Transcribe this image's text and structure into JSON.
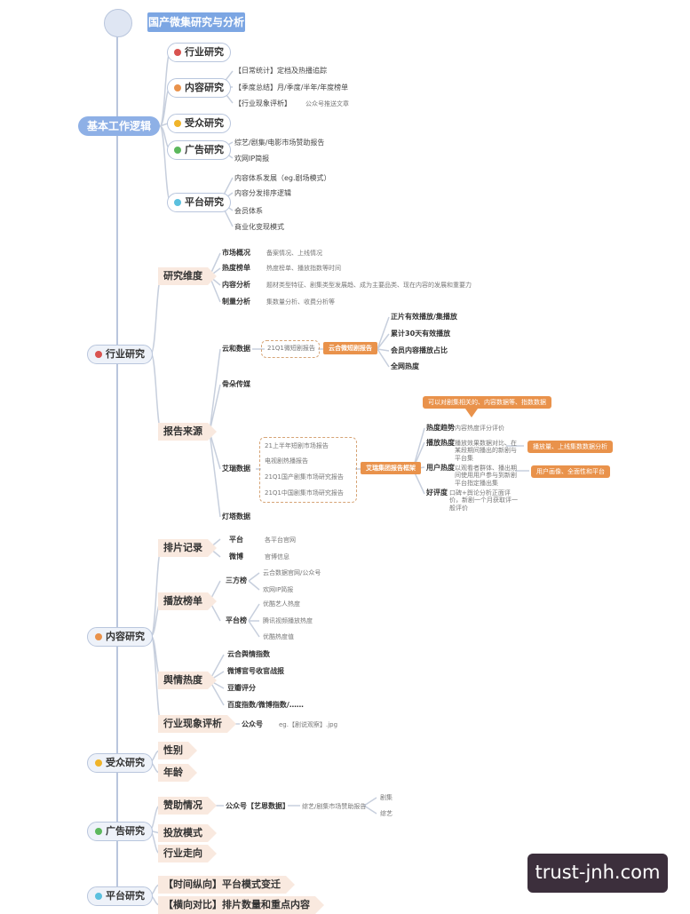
{
  "root": {
    "title": "国产微集研究与分析"
  },
  "sec1": {
    "label": "基本工作逻辑",
    "items": [
      {
        "label": "行业研究"
      },
      {
        "label": "内容研究",
        "leaves": [
          "【日常统计】定档及热播追踪",
          "【季度总结】月/季度/半年/年度榜单",
          "【行业现象评析】",
          "公众号推送文章"
        ]
      },
      {
        "label": "受众研究"
      },
      {
        "label": "广告研究",
        "leaves": [
          "综艺/剧集/电影市场赞助报告",
          "欢网IP简报"
        ]
      },
      {
        "label": "平台研究",
        "leaves": [
          "内容体系发展（eg.剧场模式）",
          "内容分发排序逻辑",
          "会员体系",
          "商业化变现模式"
        ]
      }
    ]
  },
  "industry": {
    "label": "行业研究",
    "dim": {
      "label": "研究维度",
      "rows": [
        {
          "k": "市场概况",
          "v": "备案情况、上线情况"
        },
        {
          "k": "热度榜单",
          "v": "热度榜单、播放指数等时间"
        },
        {
          "k": "内容分析",
          "v": "题材类型特征、剧集类型发展趋、成为主要品类、现在内容的发展和重要力"
        },
        {
          "k": "制量分析",
          "v": "集数量分析、收费分析等"
        }
      ]
    },
    "src": {
      "label": "报告来源",
      "yunhe": {
        "label": "云和数据",
        "report": "21Q1微短剧报告",
        "box": "云合微短剧报告",
        "items": [
          "正片有效播放/集播放",
          "累计30天有效播放",
          "会员内容播放占比",
          "全网热度"
        ]
      },
      "yiyang": {
        "label": "骨朵传媒"
      },
      "aiqi": {
        "label": "艾瑞数据",
        "reports": [
          "21上半年短剧市场报告",
          "电视剧热播报告",
          "21Q1国产剧集市场研究报告",
          "21Q1中国剧集市场研究报告"
        ],
        "box": "艾瑞集团报告框架",
        "note": "可以对剧集相关的、内容数据等、指数数据",
        "items": [
          {
            "k": "热度趋势",
            "v": "内容热度评分评价"
          },
          {
            "k": "播放热度",
            "v": "播放效果数据对比、在某段期间播出的新剧与平台集",
            "tag": "播放量、上线集数数据分析"
          },
          {
            "k": "用户热度",
            "v": "以观看者群体、播出期间使用用户参与到新剧平台指定播出集",
            "tag": "用户画像、全面性和平台"
          },
          {
            "k": "好评度",
            "v": "口碑+舆论分析正面评价，新剧一个月获取评一般评价"
          }
        ]
      },
      "other": {
        "label": "灯塔数据"
      }
    }
  },
  "content": {
    "label": "内容研究",
    "groups": [
      {
        "label": "排片记录",
        "rows": [
          {
            "k": "平台",
            "v": "各平台官网"
          },
          {
            "k": "微博",
            "v": "官博信息"
          }
        ]
      },
      {
        "label": "播放榜单",
        "rows": [
          {
            "k": "三方榜",
            "items": [
              "云合数据官网/公众号",
              "欢网IP简报"
            ]
          },
          {
            "k": "平台榜",
            "items": [
              "优酷艺人热度",
              "腾讯视频播放热度",
              "优酷热度值"
            ]
          }
        ]
      },
      {
        "label": "舆情热度",
        "items": [
          "云合舆情指数",
          "微博官号收官战报",
          "豆瓣评分",
          "百度指数/微博指数/……"
        ]
      },
      {
        "label": "行业现象评析",
        "k": "公众号",
        "v": "eg.【剧说观察】.jpg"
      }
    ]
  },
  "audience": {
    "label": "受众研究",
    "items": [
      "性别",
      "年龄"
    ]
  },
  "ads": {
    "label": "广告研究",
    "items": [
      {
        "label": "赞助情况",
        "k": "公众号【艺恩数据】",
        "v": "综艺/剧集市场赞助报告",
        "leaves": [
          "剧集",
          "综艺"
        ]
      },
      {
        "label": "投放模式"
      },
      {
        "label": "行业走向"
      }
    ]
  },
  "platform": {
    "label": "平台研究",
    "items": [
      "【时间纵向】平台模式变迁",
      "【横向对比】排片数量和重点内容"
    ]
  },
  "watermark": "trust-jnh.com",
  "colors": {
    "blue": "#8eb0e6",
    "orange": "#e9924b",
    "peach": "#f9e9df",
    "red": "#d9534f",
    "yellow": "#f0b429",
    "green": "#5cb85c",
    "teal": "#5bc0de"
  }
}
